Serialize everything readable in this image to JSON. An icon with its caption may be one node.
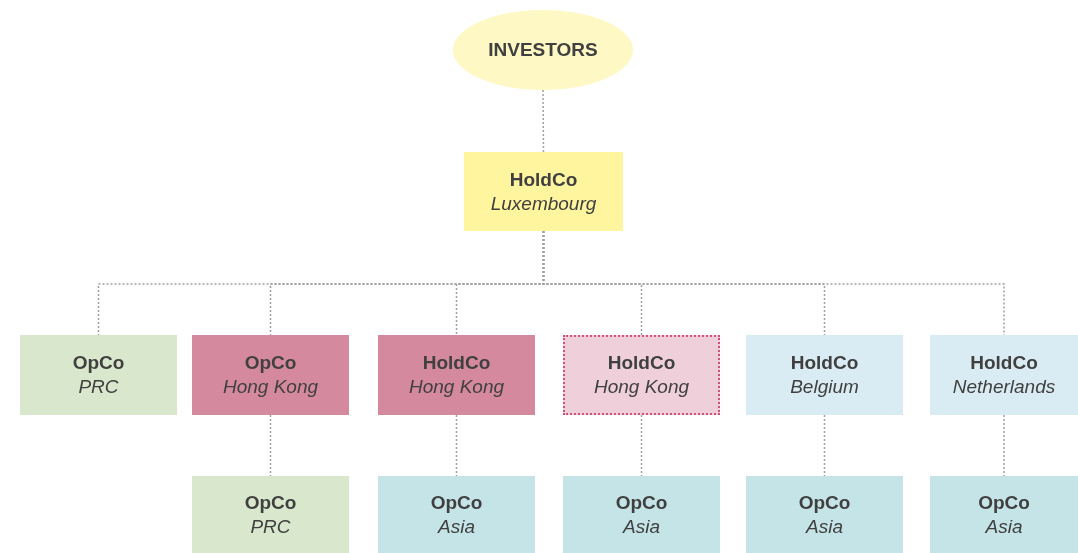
{
  "diagram": {
    "nodes": [
      {
        "text": [
          "INVESTORS"
        ]
      },
      {
        "text": [
          "HoldCo",
          "Luxembourg"
        ]
      },
      {
        "text": [
          "OpCo",
          "PRC"
        ]
      },
      {
        "text": [
          "OpCo",
          "Hong Kong"
        ]
      },
      {
        "text": [
          "HoldCo",
          "Hong Kong"
        ]
      },
      {
        "text": [
          "HoldCo",
          "Hong Kong"
        ]
      },
      {
        "text": [
          "HoldCo",
          "Belgium"
        ]
      },
      {
        "text": [
          "HoldCo",
          "Netherlands"
        ]
      },
      {
        "text": [
          "OpCo",
          "PRC"
        ]
      },
      {
        "text": [
          "OpCo",
          "Asia"
        ]
      },
      {
        "text": [
          "OpCo",
          "Asia"
        ]
      },
      {
        "text": [
          "OpCo",
          "Asia"
        ]
      },
      {
        "text": [
          "OpCo",
          "Asia"
        ]
      }
    ],
    "edges": [
      {
        "from": 0,
        "to": 1,
        "arrow": "none"
      },
      {
        "from": 1,
        "to": 2,
        "arrow": "none"
      },
      {
        "from": 1,
        "to": 3,
        "arrow": "none"
      },
      {
        "from": 1,
        "to": 4,
        "arrow": "none"
      },
      {
        "from": 1,
        "to": 5,
        "arrow": "none"
      },
      {
        "from": 1,
        "to": 6,
        "arrow": "none"
      },
      {
        "from": 1,
        "to": 7,
        "arrow": "none"
      },
      {
        "from": 3,
        "to": 8,
        "arrow": "none"
      },
      {
        "from": 4,
        "to": 9,
        "arrow": "none"
      },
      {
        "from": 5,
        "to": 10,
        "arrow": "none"
      },
      {
        "from": 6,
        "to": 11,
        "arrow": "none"
      },
      {
        "from": 7,
        "to": 12,
        "arrow": "none"
      }
    ]
  }
}
